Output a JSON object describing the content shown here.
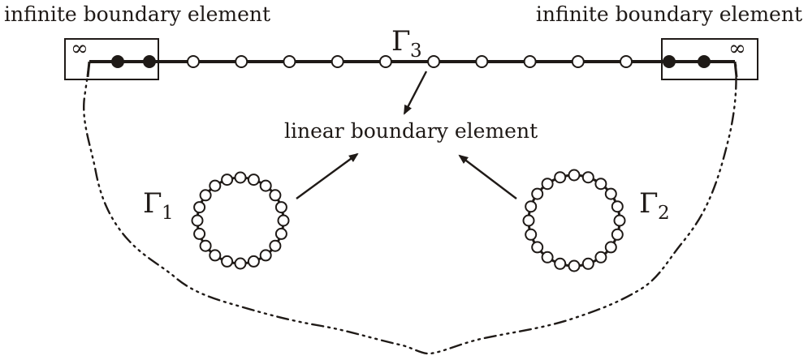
{
  "labels": {
    "infinite_left": "infinite boundary element",
    "infinite_right": "infinite boundary element",
    "linear": "linear boundary element",
    "gamma_letter": "Γ",
    "gamma1_sub": "1",
    "gamma2_sub": "2",
    "gamma3_sub": "3",
    "infinity_symbol": "∞"
  },
  "colors": {
    "ink": "#1f1a17",
    "node_fill_open": "#ffffff",
    "node_fill_solid": "#1f1a17"
  },
  "counts": {
    "gamma3_open_nodes": 10,
    "infinite_element_solid_nodes_each": 2,
    "gamma1_nodes": 20,
    "gamma2_nodes": 20
  }
}
